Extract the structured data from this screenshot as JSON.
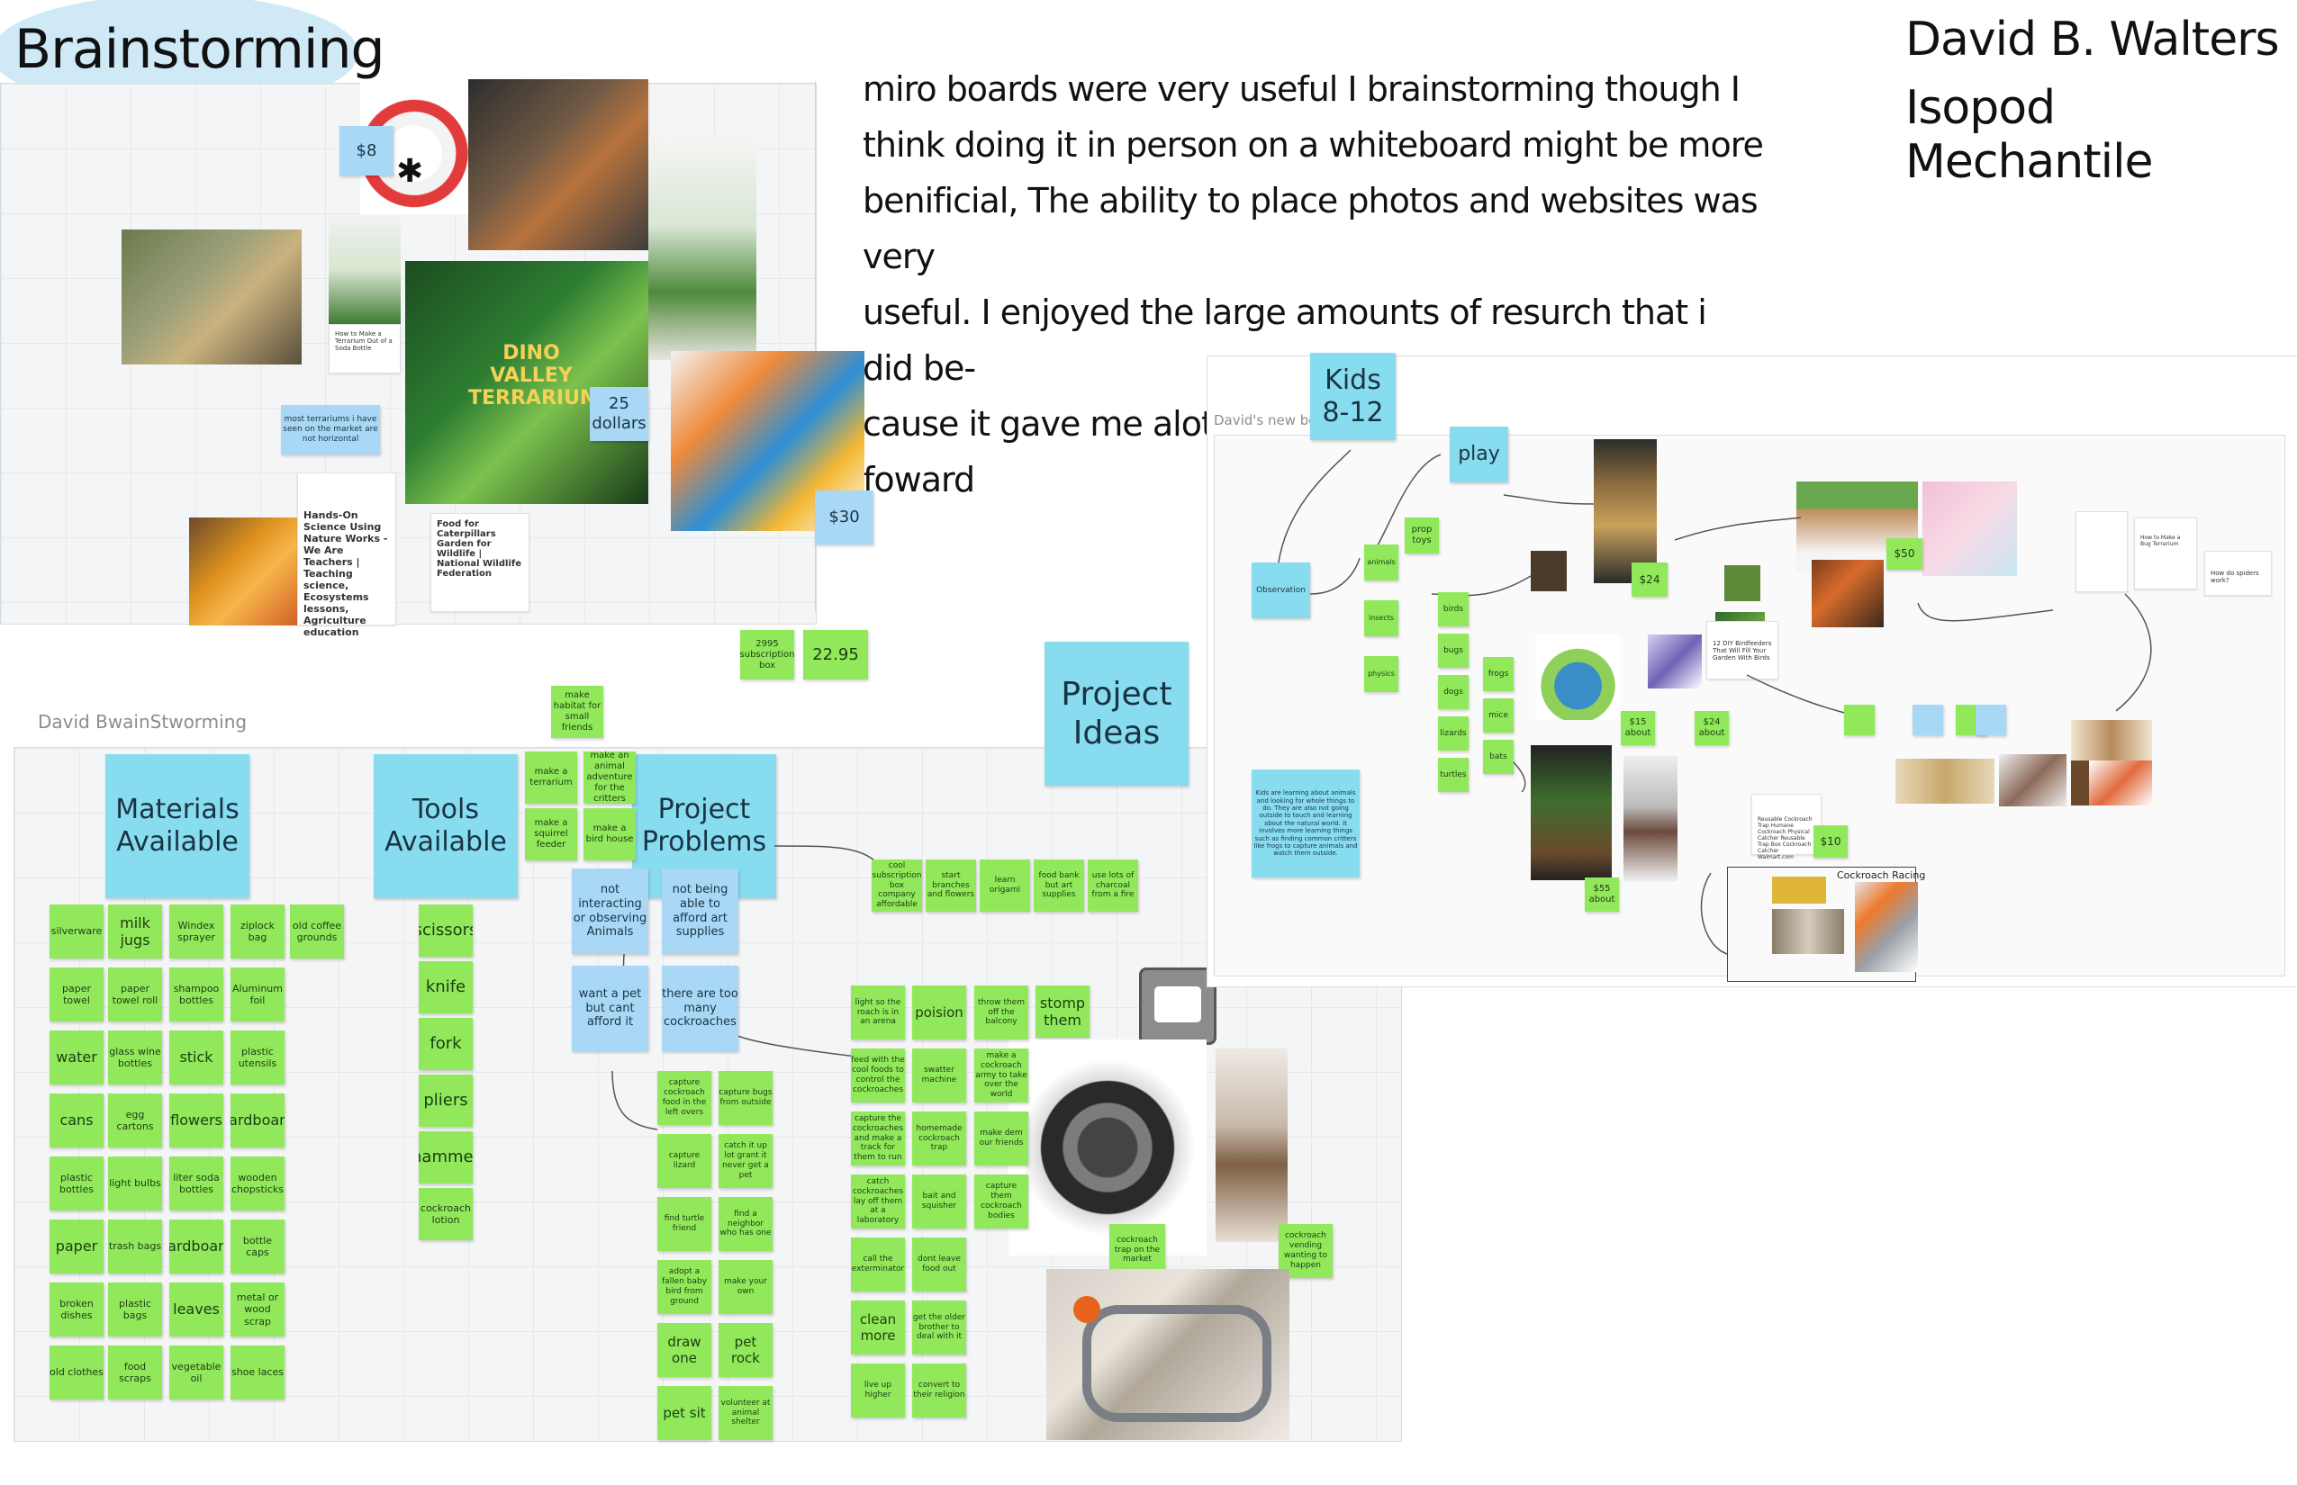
{
  "header": {
    "title": "Brainstorming",
    "author": "David B. Walters",
    "project": "Isopod Mechantile",
    "reflection_lines": [
      "miro boards were very useful I  brainstorming though I",
      "think doing it in person on a whiteboard might be more",
      "benificial, The ability to place photos and websites was very",
      "useful. I enjoyed the large amounts of resurch that i did be-",
      "cause it gave me alot of ideas on how to continue foward"
    ]
  },
  "board_left": {
    "title": "David BwainStworming",
    "headers": {
      "materials": "Materials Available",
      "tools": "Tools Available",
      "problems": "Project Problems",
      "ideas": "Project Ideas"
    },
    "materials": [
      "silverware",
      "milk jugs",
      "Windex sprayer",
      "ziplock bag",
      "old coffee grounds",
      "paper towel",
      "paper towel roll",
      "shampoo bottles",
      "Aluminum foil",
      "water",
      "glass wine bottles",
      "stick",
      "plastic utensils",
      "cans",
      "egg cartons",
      "flowers",
      "cardboard",
      "plastic bottles",
      "light bulbs",
      "liter soda bottles",
      "wooden chopsticks",
      "paper",
      "trash bags",
      "cardboard",
      "bottle caps",
      "broken dishes",
      "plastic bags",
      "leaves",
      "metal or wood scrap",
      "old clothes",
      "food scraps",
      "vegetable oil",
      "shoe laces"
    ],
    "tools": [
      "scissors",
      "knife",
      "fork",
      "pliers",
      "hammer",
      "cockroach lotion"
    ],
    "top_ideas": [
      "make habitat for small friends",
      "make a terrarium",
      "make an animal adventure for the critters",
      "make a squirrel feeder",
      "make a bird house"
    ],
    "problems": [
      "not interacting or observing Animals",
      "not being able to afford art supplies",
      "want a pet but cant afford it",
      "there are too many cockroaches"
    ],
    "subscription": [
      "2995 subscription box",
      "22.95"
    ],
    "learn_row": [
      "cool subscription box company affordable",
      "start branches and flowers",
      "learn origami",
      "food bank but art supplies",
      "use lots of charcoal from a fire"
    ],
    "col_a": [
      "capture cockroach food in the left overs",
      "capture lizard",
      "find turtle friend",
      "adopt a fallen baby bird from ground",
      "draw one",
      "pet sit"
    ],
    "col_b": [
      "capture bugs from outside",
      "catch it up lot grant it never get a pet",
      "find a neighbor who has one",
      "make your own",
      "pet rock",
      "volunteer at animal shelter"
    ],
    "col_c": [
      "light so the roach is in an arena",
      "feed with the cool foods to control the cockroaches",
      "capture the cockroaches and make a track for them to run",
      "catch cockroaches lay off them at a laboratory",
      "call the exterminator",
      "clean more",
      "live up higher"
    ],
    "col_d": [
      "poision",
      "swatter machine",
      "homemade cockroach trap",
      "bait and squisher",
      "dont leave food out",
      "get the older brother to deal with it",
      "convert to their religion"
    ],
    "col_e": [
      "throw them off the balcony",
      "make a cockroach army to take over the world",
      "make dem our friends",
      "capture them cockroach bodies"
    ],
    "stomp": "stomp them",
    "trap_caption": "cockroach trap on the market",
    "vending_caption": "cockroach vending wanting to happen",
    "prices": [
      "$8",
      "25 dollars",
      "$30"
    ],
    "note_market": "most terrariums i have seen on the market are not horizontal",
    "card_ideas": "Hands-On Science Using Nature Works - We Are Teachers | Teaching science, Ecosystems lessons, Agriculture education",
    "card_caterpillar": "Food for Caterpillars Garden for Wildlife | National Wildlife Federation",
    "card_soda": "How to Make a Terrarium Out of a Soda Bottle",
    "box_text": "DINO VALLEY TERRARIUM"
  },
  "board_right": {
    "title": "David's new board",
    "kids": "Kids 8-12",
    "play": "play",
    "prop": "prop toys",
    "observation": "Observation",
    "left_nodes": [
      "animals",
      "insects",
      "physics"
    ],
    "animals": [
      "birds",
      "bugs",
      "dogs",
      "lizards",
      "turtles"
    ],
    "mid_animals": [
      "frogs",
      "mice",
      "bats"
    ],
    "prices": [
      "$24",
      "$50",
      "$15 about",
      "$24 about",
      "$10",
      "$55 about"
    ],
    "racing": "Cockroach Racing",
    "card_house": "12 DIY Birdfeeders That Will Fill Your Garden With Birds",
    "card_racing": "Reusable Cockroach Trap Humane Cockroach Physical Catcher Reusable Trap Box Cockroach Catcher Walmart.com",
    "card_rearing": "How to Make a Bug Terrarium",
    "card_question": "How do spiders work?",
    "note_kids": "Kids are learning about animals and looking for whole things to do. They are also not going outside to touch and learning about the natural world. It involves more learning things such as finding common critters like frogs to capture animals and watch them outside."
  },
  "colors": {
    "sticky_green": "#91e85a",
    "sticky_blue": "#88dcef",
    "title_oval": "#cfe9f7",
    "board_bg": "#f4f5f6"
  }
}
